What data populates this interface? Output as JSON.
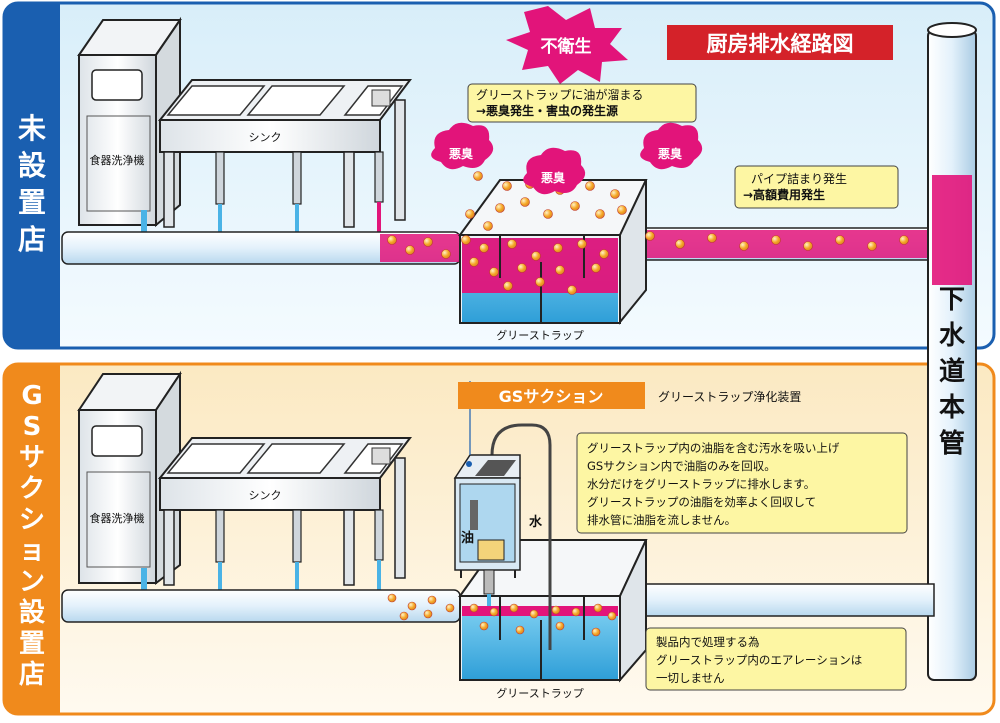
{
  "colors": {
    "top_band": "#1a5fb0",
    "bottom_band": "#f08a1c",
    "top_bg": "#e8f4fb",
    "bottom_bg": "#fdf3dc",
    "sewage": "#e2147a",
    "water": "#4ab3e6",
    "oil_bead": "#f5a623",
    "title_red": "#d42229",
    "note_yellow": "#fdf6a3"
  },
  "top": {
    "side_label": [
      "未",
      "設",
      "置",
      "店"
    ],
    "title": "厨房排水経路図",
    "burst": "不衛生",
    "note1": [
      "グリーストラップに油が溜まる",
      "→悪臭発生・害虫の発生源"
    ],
    "note2": [
      "パイプ詰まり発生",
      "→高額費用発生"
    ],
    "odor": [
      "悪臭",
      "悪臭",
      "悪臭"
    ],
    "dishwasher": "食器洗浄機",
    "sink": "シンク",
    "trap": "グリーストラップ"
  },
  "bottom": {
    "side_label": [
      "G",
      "S",
      "サ",
      "ク",
      "シ",
      "ョ",
      "ン",
      "設",
      "置",
      "店"
    ],
    "product": "GSサクション",
    "product_desc": "グリーストラップ浄化装置",
    "note1": [
      "グリーストラップ内の油脂を含む汚水を吸い上げ",
      "GSサクション内で油脂のみを回収。",
      "水分だけをグリーストラップに排水します。",
      "グリーストラップの油脂を効率よく回収して",
      "排水管に油脂を流しません。"
    ],
    "note2": [
      "製品内で処理する為",
      "グリーストラップ内のエアレーションは",
      "一切しません"
    ],
    "water_label": "水",
    "oil_label": "油",
    "dishwasher": "食器洗浄機",
    "sink": "シンク",
    "trap": "グリーストラップ"
  },
  "main_pipe": [
    "下",
    "水",
    "道",
    "本",
    "管"
  ]
}
